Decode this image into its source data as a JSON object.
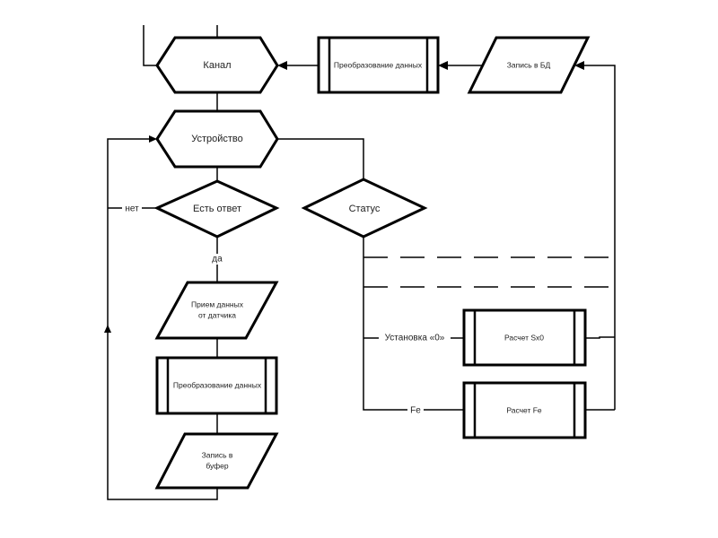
{
  "diagram": {
    "type": "flowchart",
    "nodes": {
      "channel": {
        "label": "Канал",
        "shape": "hexagon"
      },
      "transform_top": {
        "label": "Преобразование данных",
        "shape": "predefined-process"
      },
      "write_db": {
        "label": "Запись в БД",
        "shape": "parallelogram"
      },
      "device": {
        "label": "Устройство",
        "shape": "hexagon"
      },
      "has_response": {
        "label": "Есть ответ",
        "shape": "decision"
      },
      "status": {
        "label": "Статус",
        "shape": "decision"
      },
      "receive_line1": {
        "label": "Прием данных"
      },
      "receive_line2": {
        "label": "от датчика"
      },
      "transform_left": {
        "label": "Преобразование данных",
        "shape": "predefined-process"
      },
      "write_buffer_line1": {
        "label": "Запись в"
      },
      "write_buffer_line2": {
        "label": "буфер"
      },
      "calc_sx0": {
        "label": "Расчет Sx0",
        "shape": "predefined-process"
      },
      "calc_fe": {
        "label": "Расчет Fe",
        "shape": "predefined-process"
      }
    },
    "edge_labels": {
      "no": "нет",
      "yes": "да",
      "set_zero": "Установка «0»",
      "fe": "Fe"
    },
    "edges": [
      {
        "from": "channel",
        "to": "device"
      },
      {
        "from": "transform_top",
        "to": "channel"
      },
      {
        "from": "write_db",
        "to": "transform_top"
      },
      {
        "from": "device",
        "to": "has_response"
      },
      {
        "from": "device",
        "to": "status"
      },
      {
        "from": "has_response",
        "to": "receive",
        "label": "да"
      },
      {
        "from": "has_response",
        "to": "device",
        "label": "нет"
      },
      {
        "from": "receive",
        "to": "transform_left"
      },
      {
        "from": "transform_left",
        "to": "write_buffer"
      },
      {
        "from": "write_buffer",
        "to": "device"
      },
      {
        "from": "status",
        "to": "calc_sx0",
        "label": "Установка «0»"
      },
      {
        "from": "status",
        "to": "calc_fe",
        "label": "Fe"
      },
      {
        "from": "calc_sx0",
        "to": "write_db"
      },
      {
        "from": "calc_fe",
        "to": "write_db"
      }
    ]
  }
}
